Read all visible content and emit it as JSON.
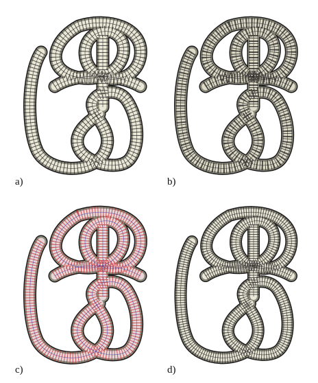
{
  "figure": {
    "panels": [
      {
        "id": "a",
        "label": "a)",
        "style": "quad-mesh-coarse"
      },
      {
        "id": "b",
        "label": "b)",
        "style": "triangle-mesh"
      },
      {
        "id": "c",
        "label": "c)",
        "style": "cross-field"
      },
      {
        "id": "d",
        "label": "d)",
        "style": "quad-mesh-fine"
      }
    ],
    "colors": {
      "tube_fill": "#e9e7d6",
      "tube_shade": "#8c8a7c",
      "mesh_line": "#1c1c1c",
      "tri_fill": "#dedbc8",
      "cross_fill": "#e6d6d8",
      "cross_red": "#c0282e",
      "cross_blue": "#3a44b0"
    }
  }
}
